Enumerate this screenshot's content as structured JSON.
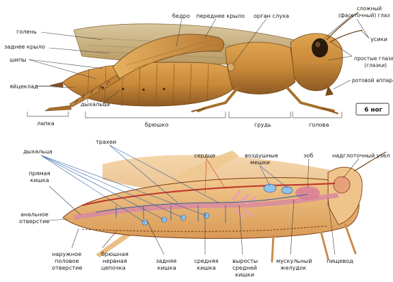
{
  "top_labels": {
    "golen": "голень",
    "zadnee_krylo": "заднее крыло",
    "shipy": "шипы",
    "yaytseklad": "яйцеклад",
    "bedro": "бедро",
    "perednee_krylo": "переднее крыло",
    "organ_slukha": "орган слуха",
    "slozhny_glaz_1": "сложный",
    "slozhny_glaz_2": "(фасеточный) глаз",
    "usiki": "усики",
    "prostye_glaza_1": "простые глаза",
    "prostye_glaza_2": "(глазки)",
    "rotovoy_apparat": "ротовой аппарат",
    "dykhaltsa": "дыхальца",
    "lapka": "лапка",
    "bryushko": "брюшко",
    "grud": "грудь",
    "golova": "голова",
    "badge": "6 ног"
  },
  "bottom_labels": {
    "dykhaltsa": "дыхальца",
    "trakhei": "трахеи",
    "serdtse": "сердце",
    "vozdushnye_1": "воздушные",
    "vozdushnye_2": "мешки",
    "zob": "зоб",
    "nadglotochny": "надглоточный узел",
    "pryamaya_1": "прямая",
    "pryamaya_2": "кишка",
    "analnoe_1": "анальное",
    "analnoe_2": "отверстие",
    "naruzhnoe_1": "наружное",
    "naruzhnoe_2": "половое",
    "naruzhnoe_3": "отверстие",
    "bryushnaya_1": "брюшная",
    "bryushnaya_2": "нервная",
    "bryushnaya_3": "цепочка",
    "zadnyaya_1": "задняя",
    "zadnyaya_2": "кишка",
    "srednyaya_1": "средняя",
    "srednyaya_2": "кишка",
    "vyrosty_1": "выросты",
    "vyrosty_2": "средней",
    "vyrosty_3": "кишки",
    "muskulny_1": "мускульный",
    "muskulny_2": "желудок",
    "pishchevod": "пищевод"
  }
}
